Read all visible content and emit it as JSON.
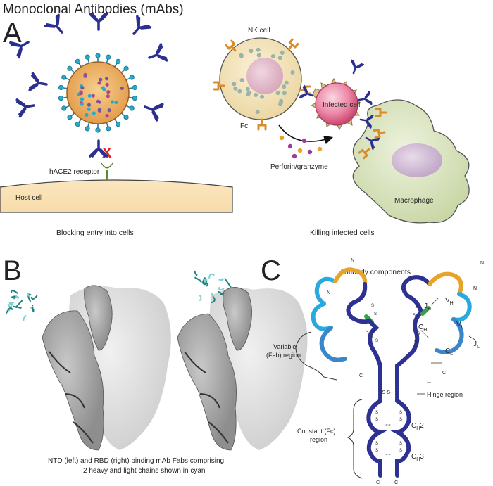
{
  "title": "Monoclonal Antibodies (mAbs)",
  "panels": {
    "a": {
      "letter": "A",
      "nk_cell": "NK cell",
      "fc": "Fc",
      "infected_cell": "Infected cell",
      "perforin": "Perforin/granzyme",
      "hace2": "hACE2 receptor",
      "host_cell": "Host cell",
      "macrophage": "Macrophage",
      "caption_left": "Blocking entry into cells",
      "caption_right": "Killing infected cells",
      "block_mark": "X"
    },
    "b": {
      "letter": "B",
      "caption_line1": "NTD (left) and RBD (right) binding mAb Fabs comprising",
      "caption_line2": "2 heavy and light chains shown in cyan"
    },
    "c": {
      "letter": "C",
      "title": "Antibody components",
      "n_label": "N",
      "c_label": "C",
      "s_label": "S",
      "ss_label": "-S-S-",
      "vh": {
        "main": "V",
        "sub": "H"
      },
      "vl": {
        "main": "V",
        "sub": "L"
      },
      "jh": {
        "main": "J",
        "sub": "H"
      },
      "jl": {
        "main": "J",
        "sub": "L"
      },
      "ch": {
        "main": "C",
        "sub": "H"
      },
      "cl": {
        "main": "C",
        "sub": "L"
      },
      "ch2": {
        "main": "C",
        "sub": "H",
        "num": "2"
      },
      "ch3": {
        "main": "C",
        "sub": "H",
        "num": "3"
      },
      "variable_line1": "Variable",
      "variable_line2": "(Fab) region",
      "constant_line1": "Constant (Fc)",
      "constant_line2": "region",
      "hinge": "Hinge region"
    }
  },
  "colors": {
    "antibody": "#2b2f8f",
    "virus_body": "#e8a95a",
    "spike": "#2aa9c9",
    "nk_cell": "#f3e3bd",
    "infected_cell": "#e46b8e",
    "macrophage": "#d3deb8",
    "host_cell": "#fbe4b8",
    "receptor": "#7fb03a",
    "block": "#e02020",
    "fc_receptor": "#d98c2b",
    "heavy_chain": "#2d3191",
    "light_chain_var": "#2aa9df",
    "light_chain_const": "#3b86c9",
    "vh_domain": "#e7a42a",
    "junction": "#38a047",
    "fab_cyan": "#1f8080"
  }
}
